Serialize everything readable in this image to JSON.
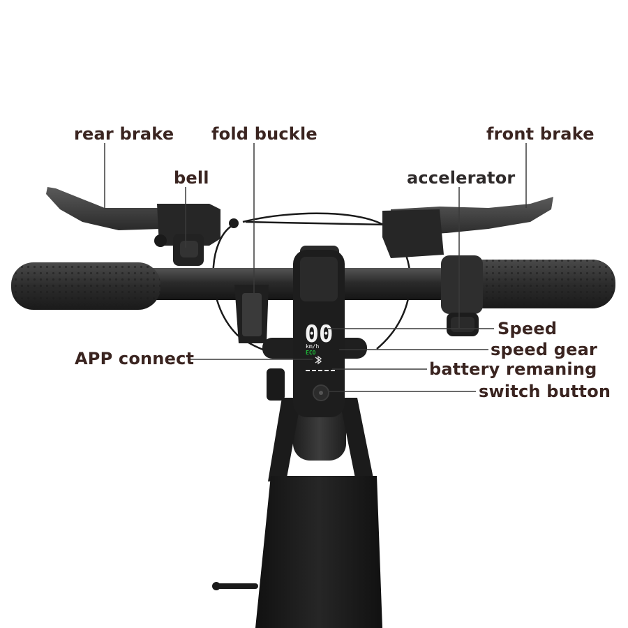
{
  "labels": {
    "rear_brake": "rear brake",
    "fold_buckle": "fold buckle",
    "front_brake": "front brake",
    "bell": "bell",
    "accelerator": "accelerator",
    "speed": "Speed",
    "speed_gear": "speed gear",
    "app_connect": "APP connect",
    "battery_remaining": "battery remaning",
    "switch_button": "switch button"
  },
  "display": {
    "speed_value": "00",
    "unit": "km/h",
    "mode": "ECO",
    "bluetooth_icon": "bluetooth-icon"
  },
  "colors": {
    "label_text": "#3a2420",
    "eco_green": "#1fbf3a",
    "scooter_body": "#2a2a2a"
  }
}
